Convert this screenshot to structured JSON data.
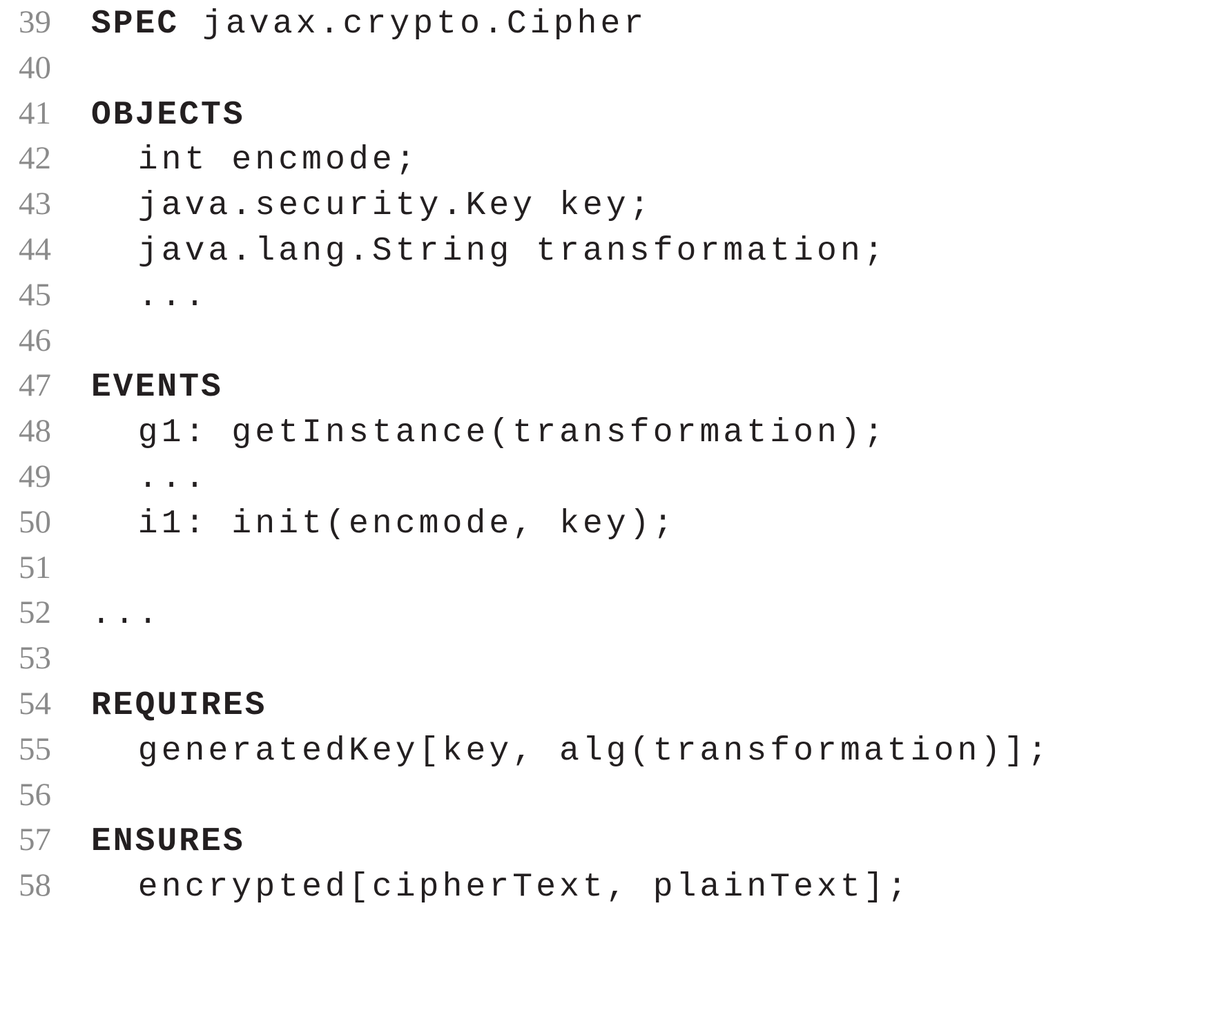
{
  "listing": {
    "language": "specification-dsl",
    "spec_name": "javax.crypto.Cipher",
    "first_line_number": 39,
    "last_line_number": 58,
    "colors": {
      "background": "#ffffff",
      "code_text": "#231f20",
      "line_number_text": "#8b8b8b"
    },
    "lines": [
      {
        "number": "39",
        "keyword": "SPEC",
        "rest": " javax.crypto.Cipher",
        "indent": 0
      },
      {
        "number": "40",
        "keyword": "",
        "rest": "",
        "indent": 0
      },
      {
        "number": "41",
        "keyword": "OBJECTS",
        "rest": "",
        "indent": 0
      },
      {
        "number": "42",
        "keyword": "",
        "rest": "  int encmode;",
        "indent": 2
      },
      {
        "number": "43",
        "keyword": "",
        "rest": "  java.security.Key key;",
        "indent": 2
      },
      {
        "number": "44",
        "keyword": "",
        "rest": "  java.lang.String transformation;",
        "indent": 2
      },
      {
        "number": "45",
        "keyword": "",
        "rest": "  ...",
        "indent": 2
      },
      {
        "number": "46",
        "keyword": "",
        "rest": "",
        "indent": 0
      },
      {
        "number": "47",
        "keyword": "EVENTS",
        "rest": "",
        "indent": 0
      },
      {
        "number": "48",
        "keyword": "",
        "rest": "  g1: getInstance(transformation);",
        "indent": 2
      },
      {
        "number": "49",
        "keyword": "",
        "rest": "  ...",
        "indent": 2
      },
      {
        "number": "50",
        "keyword": "",
        "rest": "  i1: init(encmode, key);",
        "indent": 2
      },
      {
        "number": "51",
        "keyword": "",
        "rest": "",
        "indent": 0
      },
      {
        "number": "52",
        "keyword": "",
        "rest": "...",
        "indent": 0
      },
      {
        "number": "53",
        "keyword": "",
        "rest": "",
        "indent": 0
      },
      {
        "number": "54",
        "keyword": "REQUIRES",
        "rest": "",
        "indent": 0
      },
      {
        "number": "55",
        "keyword": "",
        "rest": "  generatedKey[key, alg(transformation)];",
        "indent": 2
      },
      {
        "number": "56",
        "keyword": "",
        "rest": "",
        "indent": 0
      },
      {
        "number": "57",
        "keyword": "ENSURES",
        "rest": "",
        "indent": 0
      },
      {
        "number": "58",
        "keyword": "",
        "rest": "  encrypted[cipherText, plainText];",
        "indent": 2
      }
    ],
    "keywords": [
      "SPEC",
      "OBJECTS",
      "EVENTS",
      "REQUIRES",
      "ENSURES"
    ],
    "declared_objects": [
      {
        "type": "int",
        "name": "encmode"
      },
      {
        "type": "java.security.Key",
        "name": "key"
      },
      {
        "type": "java.lang.String",
        "name": "transformation"
      },
      {
        "type": "...",
        "name": ""
      }
    ],
    "declared_events": [
      {
        "label": "g1",
        "call": "getInstance(transformation);"
      },
      {
        "label": "...",
        "call": ""
      },
      {
        "label": "i1",
        "call": "init(encmode, key);"
      }
    ],
    "requires": [
      "generatedKey[key, alg(transformation)];"
    ],
    "ensures": [
      "encrypted[cipherText, plainText];"
    ]
  }
}
